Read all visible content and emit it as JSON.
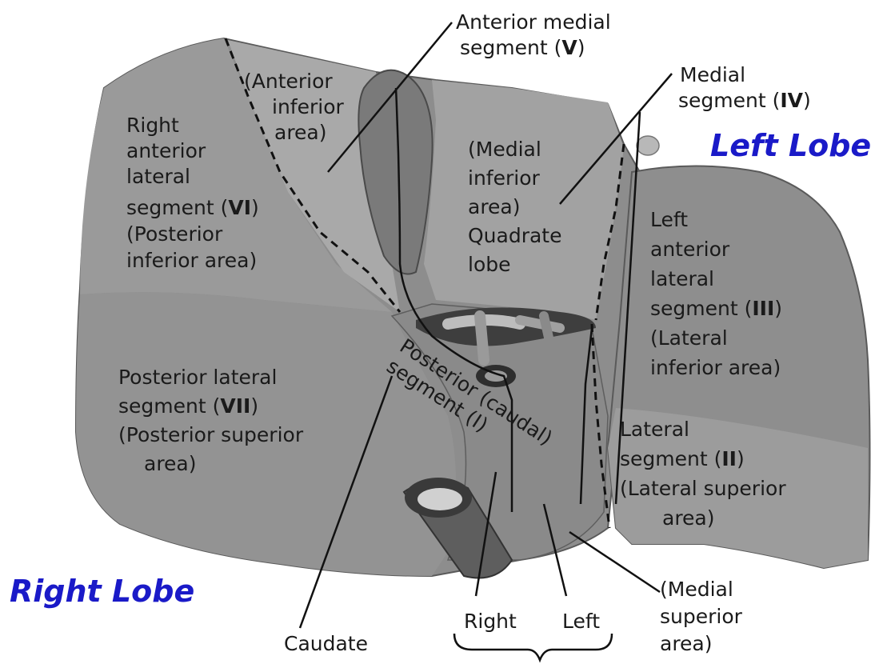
{
  "lobes": {
    "left": "Left Lobe",
    "right": "Right Lobe"
  },
  "labels": {
    "anterior_medial": {
      "line1": "Anterior medial",
      "line2_text": "segment (",
      "line2_roman": "V",
      "line2_end": ")"
    },
    "medial_segment": {
      "line1": "Medial",
      "line2_text": "segment (",
      "line2_roman": "IV",
      "line2_end": ")"
    },
    "anterior_inferior_area": [
      "(Anterior",
      "inferior",
      "area)"
    ],
    "right_anterior_lateral": {
      "lines": [
        "Right",
        "anterior",
        "lateral"
      ],
      "seg_text": "segment (",
      "seg_roman": "VI",
      "seg_end": ")",
      "tail": [
        "(Posterior",
        "inferior area)"
      ]
    },
    "medial_inferior_area": [
      "(Medial",
      "inferior",
      "area)",
      "Quadrate",
      "lobe"
    ],
    "left_anterior_lateral": {
      "lines": [
        "Left",
        "anterior",
        "lateral"
      ],
      "seg_text": "segment (",
      "seg_roman": "III",
      "seg_end": ")",
      "tail": [
        "(Lateral",
        "inferior area)"
      ]
    },
    "posterior_lateral": {
      "line1": "Posterior lateral",
      "seg_text": "segment (",
      "seg_roman": "VII",
      "seg_end": ")",
      "tail": [
        "(Posterior superior",
        "area)"
      ]
    },
    "posterior_caudal": {
      "line1": "Posterior (caudal)",
      "line2": "segment (I)"
    },
    "lateral_segment": {
      "line1": "Lateral",
      "seg_text": "segment (",
      "seg_roman": "II",
      "seg_end": ")",
      "tail": [
        "(Lateral superior",
        "area)"
      ]
    },
    "medial_superior_area": [
      "(Medial",
      "superior",
      "area)"
    ],
    "caudate": "Caudate",
    "caudate_right": "Right",
    "caudate_left": "Left"
  },
  "colors": {
    "liver_tissue": "#8c8c8c",
    "liver_light": "#a8a8a8",
    "liver_dark": "#6e6e6e",
    "lobe_text": "#1a1ac8",
    "label_text": "#1a1a1a"
  }
}
